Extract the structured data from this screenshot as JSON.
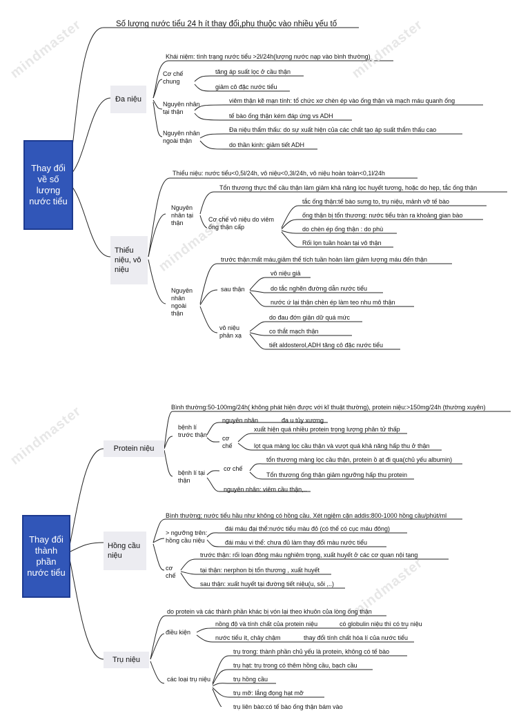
{
  "watermark": "mindmaster",
  "section1": {
    "root": "Thay đổi về số lượng nước tiểu",
    "top_note": "Số lượng nước tiểu 24 h ít thay đổi,phụ thuộc vào nhiều yếu tố",
    "da_nieu": {
      "label": "Đa niệu",
      "khai_niem": "Khái niệm: tình trạng nước tiểu >2l/24h(lượng nước nạp vào bình thường)",
      "co_che_label": "Cơ chế chung",
      "co_che": [
        "tăng áp suất lọc ở cầu thận",
        "giảm cô đặc nước tiểu"
      ],
      "nn_tai_than_label": "Nguyên nhân tại thận",
      "nn_tai_than": [
        "viêm thận kẽ mạn tính: tổ chức xơ chèn ép vào ống thận và mạch máu quanh ống",
        "tế bào ống thận kém đáp ứng vs ADH"
      ],
      "nn_ngoai_than_label": "Nguyên nhân ngoài thận",
      "nn_ngoai_than": [
        "Đa niệu thẩm thấu: do sự xuất hiện của các chất tạo áp suất thẩm thấu cao",
        "do thần kinh: giảm tiết ADH"
      ]
    },
    "thieu_nieu": {
      "label": "Thiểu niệu, vô niệu",
      "thieu_nieu_def": "Thiểu niệu: nước tiểu<0,5l/24h, vô niệu<0,3l/24h, vô niệu hoàn toàn<0,1l/24h",
      "nn_tai_than_label": "Nguyên nhân tại thận",
      "ton_thuong": "Tổn thương thực thể cầu thận làm giảm khả năng lọc huyết tương, hoặc do hẹp, tắc ống thận",
      "co_che_label": "Cơ chế vô niệu do viêm ống thận cấp",
      "co_che": [
        "tắc ống thận:tế bào sưng to, trụ niệu, mảnh vỡ tế bào",
        "ống thận bị tổn thương: nước tiểu tràn ra khoảng gian bào",
        "do chèn ép ống thận : do phù",
        "Rối lọn tuần hoàn tại vô thận"
      ],
      "nn_ngoai_than_label": "Nguyên nhân ngoài thận",
      "truoc_than": "trước thận:mất máu,giảm thể tích tuần hoàn làm giảm lượng máu đến thận",
      "sau_than_label": "sau thận",
      "sau_than": [
        "vô niệu giả",
        "do tắc nghẽn đường dẫn nước tiểu",
        "nước ứ lại thận chèn ép làm teo nhu mô thận"
      ],
      "phan_xa_label": "vô niệu phản xạ",
      "phan_xa": [
        "do đau đớn giận dữ quá mức",
        "co thắt mạch thận",
        "tiết aldosterol,ADH tăng cô đặc nước tiểu"
      ]
    }
  },
  "section2": {
    "root": "Thay đổi thành phần nước tiểu",
    "protein": {
      "label": "Protein niệu",
      "binh_thuong": "Bình thường:50-100mg/24h( không phát hiện được với kĩ thuật thường), protein niệu:>150mg/24h (thường xuyên)",
      "truoc_than_label": "bệnh lí trước thận",
      "nguyen_nhan_label": "nguyên nhân",
      "nguyen_nhan": "đa u tủy xương",
      "co_che_label": "cơ chế",
      "co_che": [
        "xuất hiện quá nhiều protein trọng lượng phân tử thấp",
        "lọt qua màng lọc cầu thận và vượt quá khả năng hấp thu ở thận"
      ],
      "tai_than_label": "bệnh lí tại thận",
      "tai_than_co_che_label": "cơ chế",
      "tai_than_co_che": [
        "tổn thương màng lọc cầu thận, protein ồ ạt đi qua(chủ yếu albumin)",
        "Tổn thương ống thận giảm ngưỡng hấp thu protein"
      ],
      "tai_than_nguyen_nhan": "nguyên nhân: viêm cầu thận,.."
    },
    "hong_cau": {
      "label": "Hồng cầu niệu",
      "binh_thuong": "Bình thường; nước tiểu hầu như không có hồng cầu. Xét ngiệm cặn addis:800-1000 hồng cầu/phút/ml",
      "nguong_label": "> ngưỡng trên: hồng cầu niệu",
      "nguong": [
        "đái máu đại thể:nước tiểu màu đỏ (có thể có cục máu đông)",
        "đái máu vi thể: chưa đủ làm thay đổi màu nước tiểu"
      ],
      "co_che_label": "cơ chế",
      "co_che": [
        "trước thận: rối loạn đông máu nghiêm trọng, xuất huyết ở các cơ quan nội tạng",
        "tại thận: nerphon bị tổn thương , xuất huyết",
        "sau thận: xuất huyết tại đường tiết niệu(u, sỏi ,..)"
      ]
    },
    "tru_nieu": {
      "label": "Trụ niệu",
      "def": "do protein và các thành phần khác bị vón lại theo khuôn của lòng ống thận",
      "dieu_kien_label": "điều kiện",
      "dieu_kien": [
        "nồng độ và tính chất của protein niệu",
        "có globulin niệu thì có trụ niệu",
        "nước tiểu ít, chảy chậm",
        "thay đổi tính chất hóa lí của nước tiểu"
      ],
      "cac_loai_label": "các loại trụ niệu",
      "cac_loai": [
        "trụ trong: thành phần chủ yếu là protein, không có tế bào",
        "trụ hạt: trụ trong có thêm hồng cầu, bạch cầu",
        "trụ hồng cầu",
        "trụ mỡ: lắng đọng hạt mỡ",
        "trụ liên bào:có tế bào ống thận bám vào"
      ]
    }
  },
  "colors": {
    "root_fill": "#3156b8",
    "branch_fill": "#ececf1",
    "line": "#222222",
    "watermark": "#e7e7e7"
  }
}
